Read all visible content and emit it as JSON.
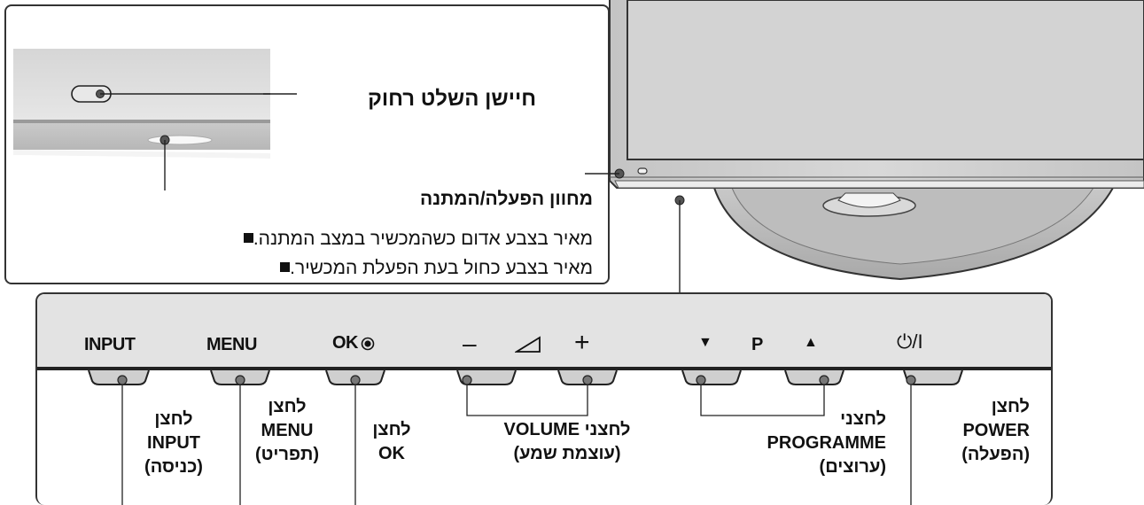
{
  "inset": {
    "sensor_label": "חיישן השלט רחוק",
    "indicator_title": "מחוון הפעלה/המתנה",
    "indicator_lines": [
      "מאיר בצבע אדום כשהמכשיר במצב המתנה.",
      "מאיר בצבע כחול בעת הפעלת המכשיר."
    ]
  },
  "panel": {
    "buttons": {
      "input": "INPUT",
      "menu": "MENU",
      "ok": "OK",
      "vol_minus": "–",
      "vol_plus": "+",
      "prog_down": "▼",
      "prog_p": "P",
      "prog_up": "▲",
      "power": "⏻/I"
    },
    "descriptions": {
      "input": [
        "לחצן",
        "INPUT",
        "(כניסה)"
      ],
      "menu": [
        "לחצן",
        "MENU",
        "(תפריט)"
      ],
      "ok": [
        "לחצן",
        "OK"
      ],
      "volume": [
        "לחצני VOLUME",
        "(עוצמת שמע)"
      ],
      "programme": [
        "לחצני",
        "PROGRAMME",
        "(ערוצים)"
      ],
      "power": [
        "לחצן",
        "POWER",
        "(הפעלה)"
      ]
    }
  }
}
